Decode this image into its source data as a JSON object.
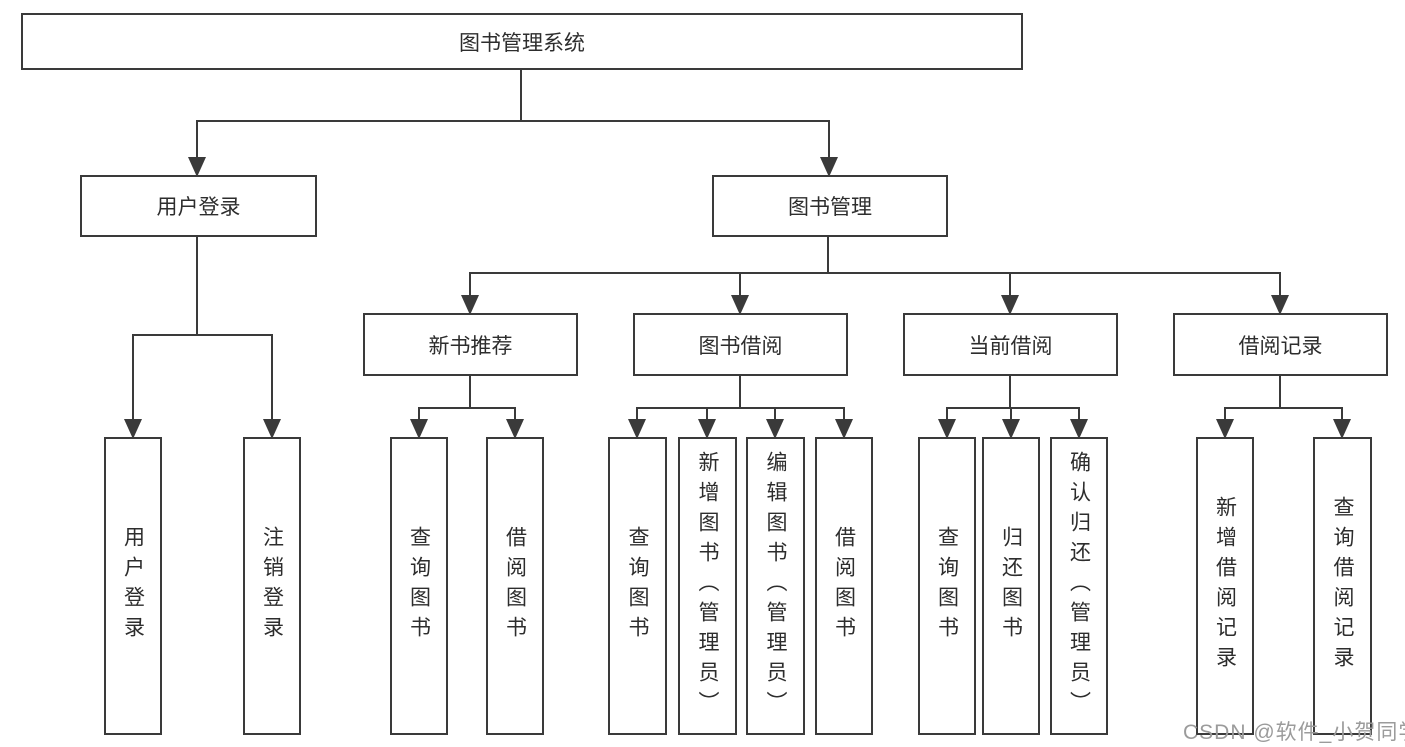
{
  "diagram": {
    "title": "图书管理系统",
    "root": {
      "label": "图书管理系统"
    },
    "level2": [
      {
        "label": "用户登录"
      },
      {
        "label": "图书管理"
      }
    ],
    "level3": [
      {
        "label": "新书推荐"
      },
      {
        "label": "图书借阅"
      },
      {
        "label": "当前借阅"
      },
      {
        "label": "借阅记录"
      }
    ],
    "leaves": {
      "user_login": [
        "用户登录",
        "注销登录"
      ],
      "new_book": [
        "查询图书",
        "借阅图书"
      ],
      "book_borrow": [
        "查询图书",
        "新增图书（管理员）",
        "编辑图书（管理员）",
        "借阅图书"
      ],
      "current_borrow": [
        "查询图书",
        "归还图书",
        "确认归还（管理员）"
      ],
      "borrow_records": [
        "新增借阅记录",
        "查询借阅记录"
      ]
    }
  },
  "watermark": {
    "text": "CSDN @软件_小贺同学",
    "color": "#9b9b9b"
  },
  "colors": {
    "line": "#3a3a3a",
    "text": "#2d2d2d",
    "background": "#ffffff"
  }
}
